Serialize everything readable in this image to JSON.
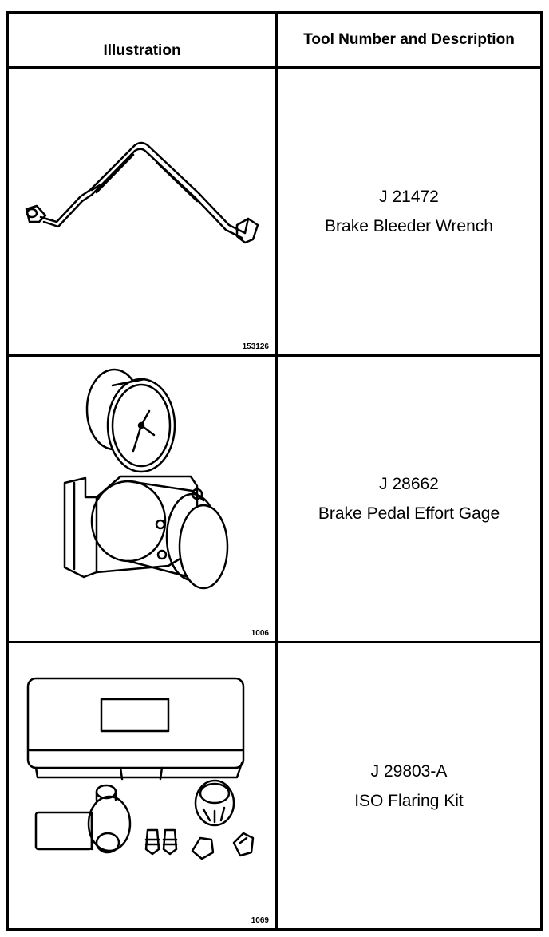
{
  "header": {
    "col_illustration": "Illustration",
    "col_tool": "Tool Number and Description"
  },
  "rows": [
    {
      "figure_number": "153126",
      "tool_number": "J 21472",
      "description": "Brake Bleeder Wrench",
      "illustration_icon": "bleeder-wrench-icon"
    },
    {
      "figure_number": "1006",
      "tool_number": "J 28662",
      "description": "Brake Pedal Effort Gage",
      "illustration_icon": "pedal-effort-gage-icon"
    },
    {
      "figure_number": "1069",
      "tool_number": "J 29803-A",
      "description": "ISO Flaring Kit",
      "illustration_icon": "flaring-kit-icon"
    }
  ]
}
